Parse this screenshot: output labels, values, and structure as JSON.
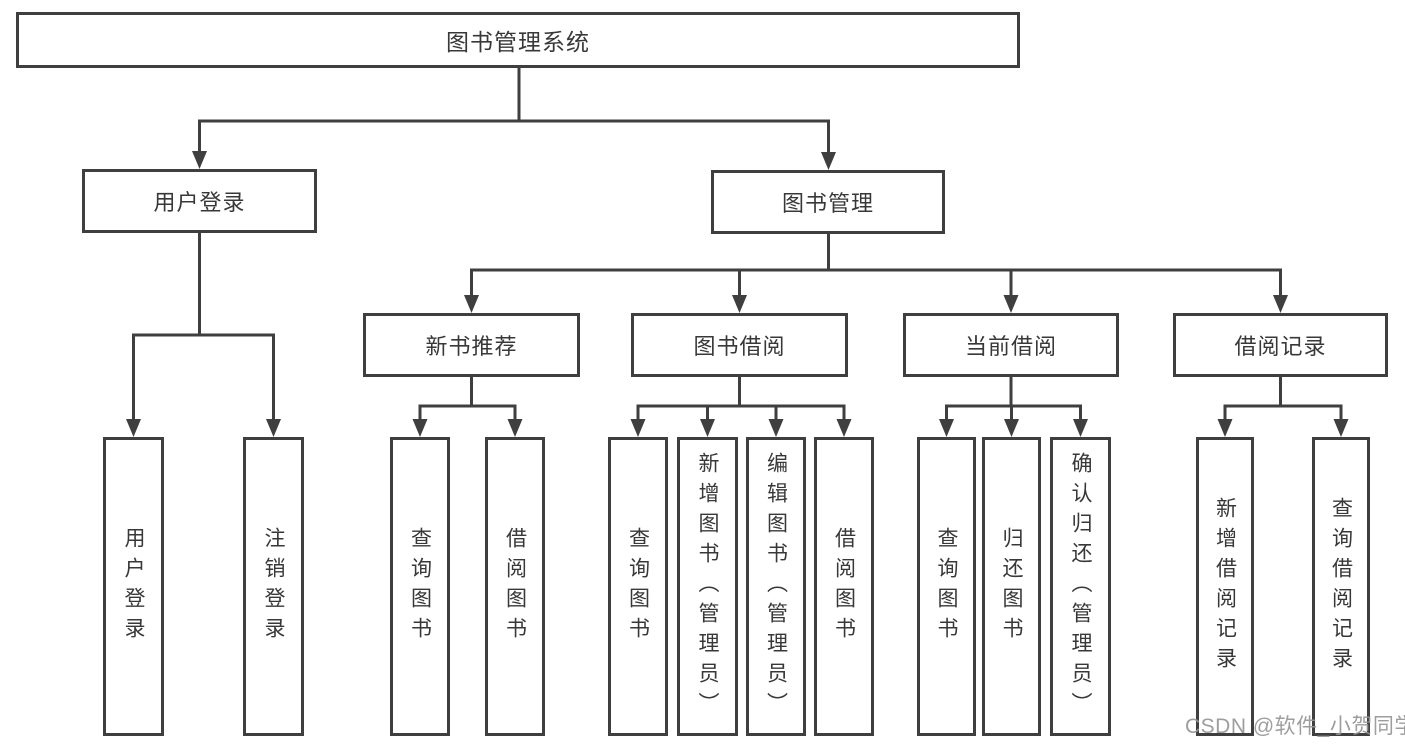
{
  "tree": {
    "label": "图书管理系统",
    "children": [
      {
        "label": "用户登录",
        "children": [
          {
            "label": "用户登录"
          },
          {
            "label": "注销登录"
          }
        ]
      },
      {
        "label": "图书管理",
        "children": [
          {
            "label": "新书推荐",
            "children": [
              {
                "label": "查询图书"
              },
              {
                "label": "借阅图书"
              }
            ]
          },
          {
            "label": "图书借阅",
            "children": [
              {
                "label": "查询图书"
              },
              {
                "label": "新增图书（管理员）"
              },
              {
                "label": "编辑图书（管理员）"
              },
              {
                "label": "借阅图书"
              }
            ]
          },
          {
            "label": "当前借阅",
            "children": [
              {
                "label": "查询图书"
              },
              {
                "label": "归还图书"
              },
              {
                "label": "确认归还（管理员）"
              }
            ]
          },
          {
            "label": "借阅记录",
            "children": [
              {
                "label": "新增借阅记录"
              },
              {
                "label": "查询借阅记录"
              }
            ]
          }
        ]
      }
    ]
  },
  "watermark": {
    "text": "CSDN @软件_小贺同学"
  },
  "colors": {
    "line": "#3f3f3f",
    "node_border": "#3f3f3f",
    "node_text": "#383838",
    "watermark_text": "#969696",
    "background": "#ffffff"
  }
}
